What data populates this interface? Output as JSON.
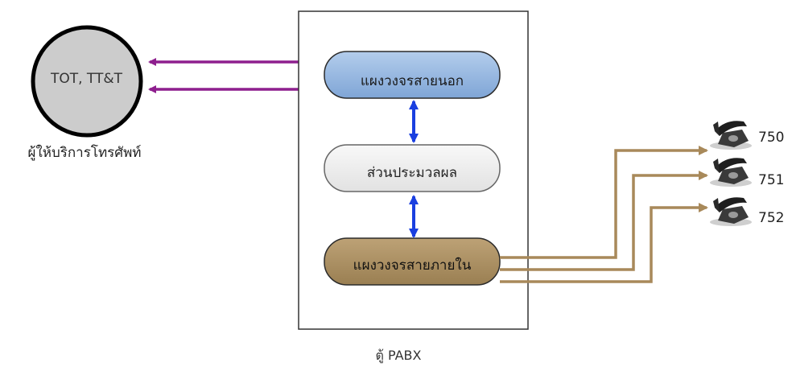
{
  "provider": {
    "name": "TOT, TT&T",
    "caption": "ผู้ให้บริการโทรศัพท์"
  },
  "pabx": {
    "caption": "ตู้ PABX",
    "external_circuit": "แผงวงจรสายนอก",
    "processor": "ส่วนประมวลผล",
    "internal_circuit": "แผงวงจรสายภายใน"
  },
  "extensions": [
    "750",
    "751",
    "752"
  ],
  "colors": {
    "trunk_arrow": "#8e1f8e",
    "internal_arrow": "#1a3fe0",
    "extension_line": "#a8895a",
    "external_block": "#8fb4df",
    "processor_block": "#eeeeee",
    "internal_block": "#a68a5c",
    "provider_circle": "#cccccc"
  },
  "icons": [
    "telephone-icon"
  ]
}
